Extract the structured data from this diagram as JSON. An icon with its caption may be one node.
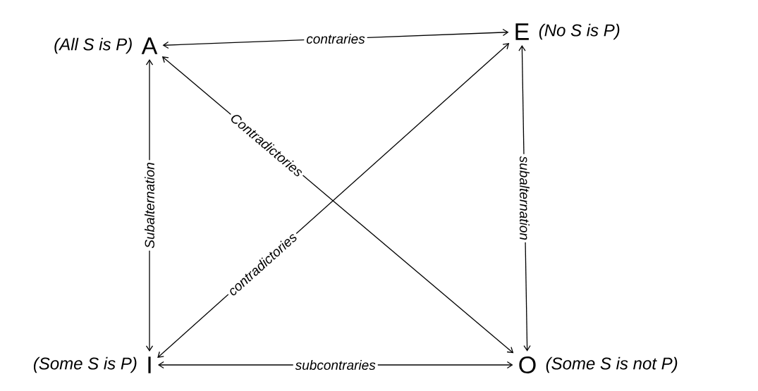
{
  "diagram": {
    "nodes": [
      {
        "text": [
          "A"
        ],
        "beside": [
          "(All S is P)"
        ]
      },
      {
        "text": [
          "E"
        ],
        "beside": [
          "(No S is P)"
        ]
      },
      {
        "text": [
          "I"
        ],
        "beside": [
          "(Some S is P)"
        ]
      },
      {
        "text": [
          "O"
        ],
        "beside": [
          "(Some S is not P)"
        ]
      }
    ],
    "edges": [
      {
        "from": 0,
        "to": 1,
        "arrow": "both",
        "label": "contraries"
      },
      {
        "from": 0,
        "to": 2,
        "arrow": "both",
        "label": "Subalternation"
      },
      {
        "from": 1,
        "to": 3,
        "arrow": "both",
        "label": "subalternation"
      },
      {
        "from": 0,
        "to": 3,
        "arrow": "both",
        "label": "Contradictories"
      },
      {
        "from": 2,
        "to": 1,
        "arrow": "both",
        "label": "contradictories"
      },
      {
        "from": 2,
        "to": 3,
        "arrow": "both",
        "label": "subcontraries"
      }
    ]
  }
}
